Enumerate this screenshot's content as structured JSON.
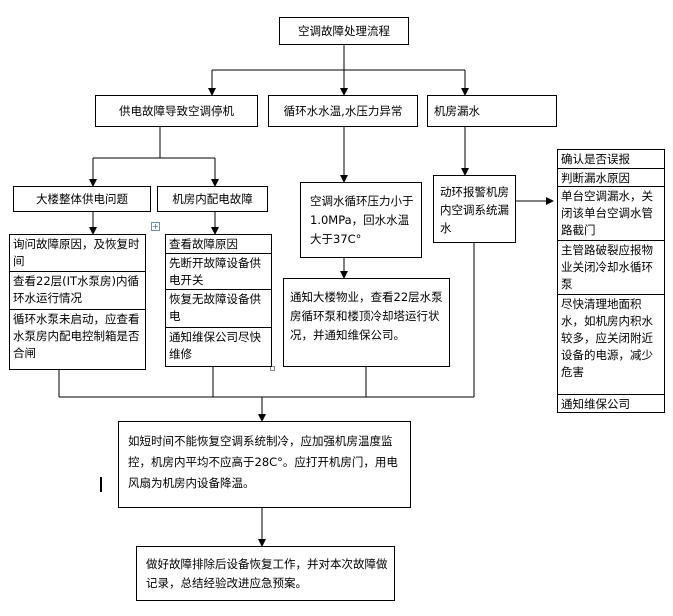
{
  "title": "空调故障处理流程",
  "branches": {
    "power": "供电故障导致空调停机",
    "water": "循环水水温,水压力异常",
    "leak": "机房漏水"
  },
  "power_sub": {
    "building": "大楼整体供电问题",
    "room": "机房内配电故障"
  },
  "building_steps": [
    "询问故障原因，及恢复时间",
    "查看22层(IT水泵房)内循环水运行情况",
    "循环水泵未启动，应查看水泵房内配电控制箱是否合闸"
  ],
  "room_steps": [
    "查看故障原因",
    "先断开故障设备供电开关",
    "恢复无故障设备供电",
    "通知维保公司尽快维修"
  ],
  "water_detail": "空调水循环压力小于1.0MPa，回水水温大于37C°",
  "water_action": "通知大楼物业，查看22层水泵房循环泵和楼顶冷却塔运行状况，并通知维保公司。",
  "leak_alarm": "动环报警机房内空调系统漏水",
  "leak_steps": [
    "确认是否误报",
    "判断漏水原因",
    "单台空调漏水，关闭该单台空调水管路截门",
    "主管路破裂应报物业关闭冷却水循环泵",
    "尽快清理地面积水，如机房内积水较多，应关闭附近设备的电源，减少危害",
    "通知维保公司"
  ],
  "temp_control": "如短时间不能恢复空调系统制冷，应加强机房温度监控，机房内平均不应高于28C°。应打开机房门，用电风扇为机房内设备降温。",
  "final_step": "做好故障排除后设备恢复工作，并对本次故障做记录，总结经验改进应急预案。"
}
